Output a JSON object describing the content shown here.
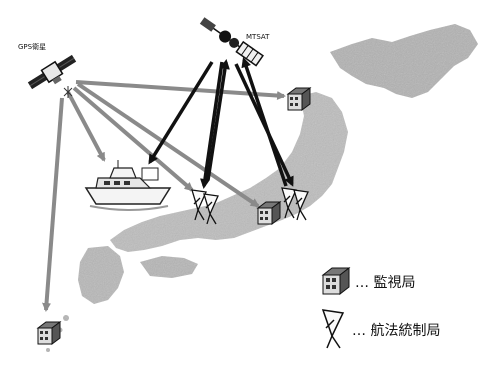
{
  "labels": {
    "gps": "GPS衛星",
    "mtsat": "MTSAT"
  },
  "legend": {
    "monitor": "… 監視局",
    "control": "… 航法統制局"
  },
  "colors": {
    "land": "#b9b9b9",
    "land_dark": "#8f8f8f",
    "gray_arrow": "#8a8a8a",
    "black_arrow": "#111111"
  },
  "icons": {
    "satellite": "satellite-icon",
    "ship": "ship-icon",
    "monitor_station": "monitor-station-icon",
    "dish": "dish-antenna-icon"
  }
}
